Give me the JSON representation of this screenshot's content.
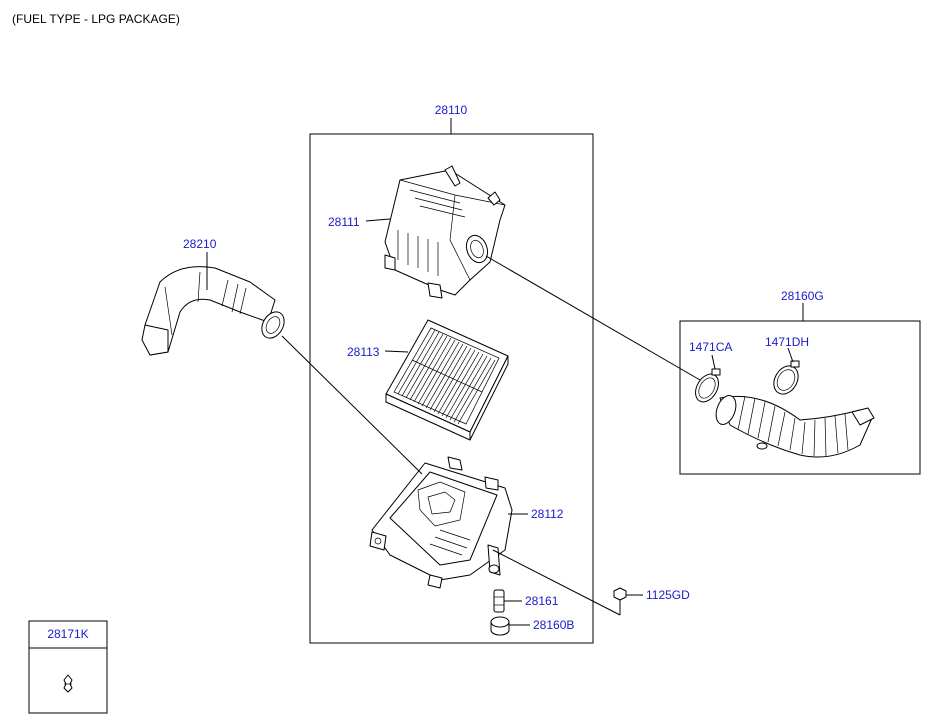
{
  "header": {
    "fuel_type_note": "(FUEL TYPE - LPG PACKAGE)"
  },
  "parts": {
    "assembly": "28110",
    "cover": "28111",
    "filter_element": "28113",
    "body": "28112",
    "bracket": "28161",
    "mounting": "28160B",
    "bolt": "1125GD",
    "hose_front": "28210",
    "hose_assembly": "28160G",
    "clamp_a": "1471CA",
    "clamp_b": "1471DH",
    "clip": "28171K"
  },
  "colors": {
    "label": "#1a1acc",
    "line": "#000000"
  }
}
